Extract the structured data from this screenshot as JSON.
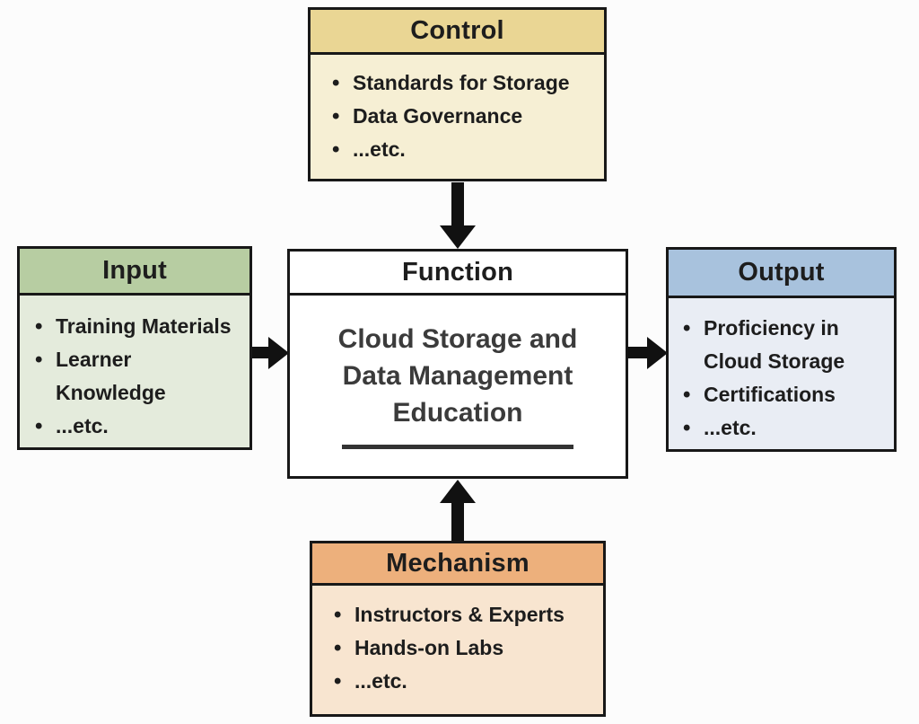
{
  "boxes": {
    "control": {
      "label": "Control",
      "items": [
        "Standards for Storage",
        "Data Governance",
        "...etc."
      ]
    },
    "input": {
      "label": "Input",
      "items": [
        "Training Materials",
        "Learner Knowledge",
        "...etc."
      ]
    },
    "function": {
      "label": "Function",
      "body": "Cloud Storage and Data Management Education"
    },
    "output": {
      "label": "Output",
      "items": [
        "Proficiency in Cloud Storage",
        "Certifications",
        "...etc."
      ]
    },
    "mechanism": {
      "label": "Mechanism",
      "items": [
        "Instructors & Experts",
        "Hands-on Labs",
        "...etc."
      ]
    }
  },
  "palette": {
    "control_header": "#ead694",
    "control_body": "#f6efd4",
    "input_header": "#b7cda2",
    "input_body": "#e4ebdc",
    "output_header": "#a8c2dd",
    "output_body": "#e9edf4",
    "mechanism_header": "#edb07c",
    "mechanism_body": "#f8e5d0",
    "function_body": "#ffffff",
    "border": "#181818",
    "arrow": "#111111",
    "text": "#1d1d1d",
    "background": "#fcfcfc"
  }
}
